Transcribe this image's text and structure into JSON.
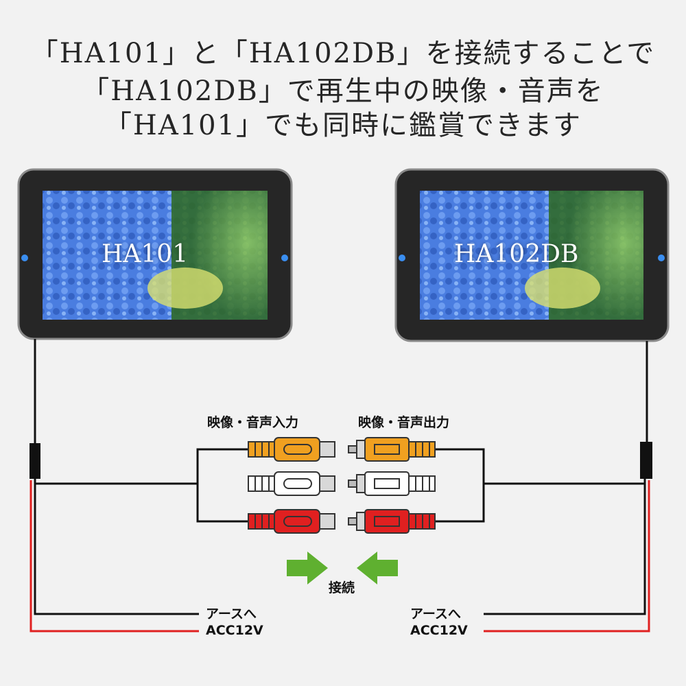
{
  "headline": {
    "line1": "「HA101」と「HA102DB」を接続することで",
    "line2": "「HA102DB」で再生中の映像・音声を",
    "line3": "「HA101」でも同時に鑑賞できます"
  },
  "monitors": {
    "left": {
      "name": "HA101"
    },
    "right": {
      "name": "HA102DB"
    }
  },
  "connectors": {
    "input_label": "映像・音声入力",
    "output_label": "映像・音声出力",
    "plug_colors": [
      "#f0a020",
      "#ffffff",
      "#e02020"
    ]
  },
  "connect_label": "接続",
  "wiring": {
    "left": {
      "ground_label": "アースへ",
      "power_label": "ACC12V"
    },
    "right": {
      "ground_label": "アースへ",
      "power_label": "ACC12V"
    },
    "ground_color": "#111111",
    "power_color": "#e02020"
  },
  "arrow_color": "#5fb030"
}
